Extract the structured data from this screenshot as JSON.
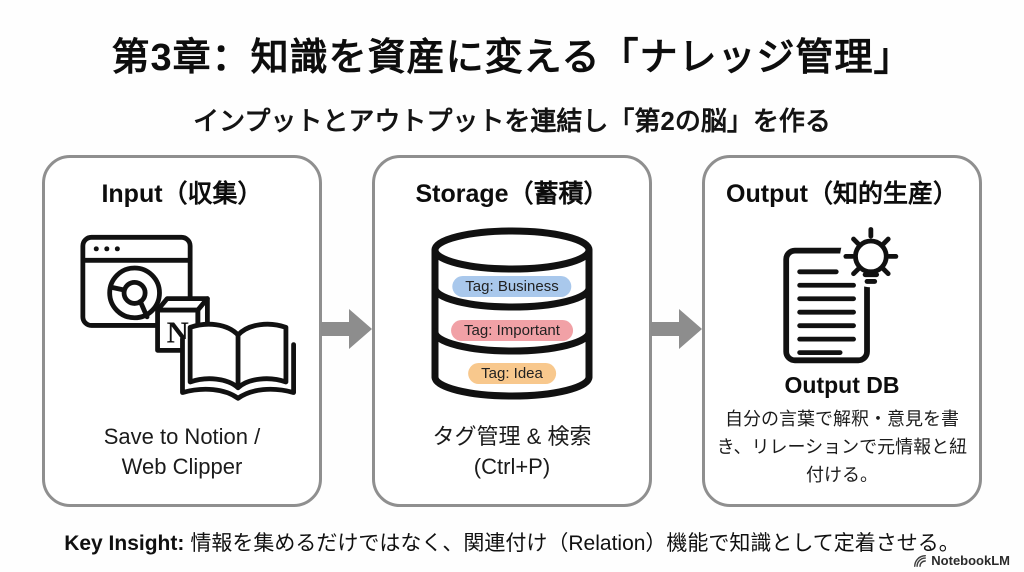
{
  "title": "第3章：知識を資産に変える「ナレッジ管理」",
  "subtitle": "インプットとアウトプットを連結し「第2の脳」を作る",
  "cards": [
    {
      "title": "Input（収集）",
      "icon": "browser-notion-book-icon",
      "caption_line1": "Save to Notion /",
      "caption_line2": "Web Clipper"
    },
    {
      "title": "Storage（蓄積）",
      "icon": "database-icon",
      "tags": [
        {
          "label": "Tag: Business",
          "color": "#a9c8ec"
        },
        {
          "label": "Tag: Important",
          "color": "#f1a1a6"
        },
        {
          "label": "Tag: Idea",
          "color": "#f8c88d"
        }
      ],
      "caption_line1": "タグ管理 & 検索",
      "caption_line2": "(Ctrl+P)"
    },
    {
      "title": "Output（知的生産）",
      "icon": "document-idea-icon",
      "icon_label": "Output DB",
      "description": "自分の言葉で解釈・意見を書き、リレーションで元情報と紐付ける。"
    }
  ],
  "key_insight": {
    "label": "Key Insight:",
    "text": "情報を集めるだけではなく、関連付け（Relation）機能で知識として定着させる。"
  },
  "footer": {
    "brand": "NotebookLM"
  },
  "colors": {
    "card_border": "#8f8f8f",
    "arrow": "#8d8d8d",
    "ink": "#111111",
    "background": "#fefefe"
  }
}
